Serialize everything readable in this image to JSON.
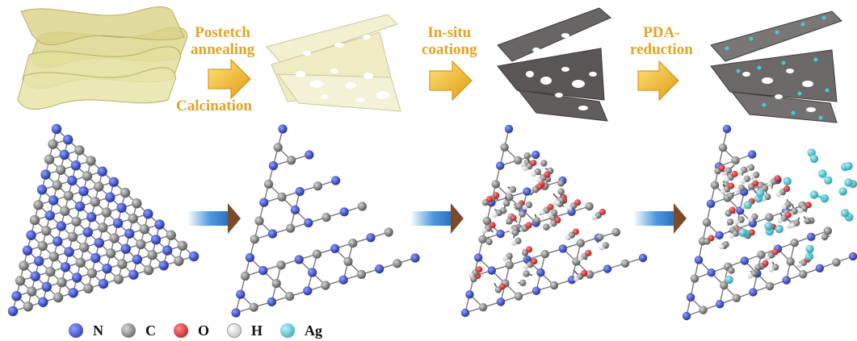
{
  "steps": [
    {
      "label_line1": "Postetch",
      "label_line2": "annealing"
    },
    {
      "label_line1": "In-situ",
      "label_line2": "coationg"
    },
    {
      "label_line1": "PDA-",
      "label_line2": "reduction"
    }
  ],
  "secondary_label": "Calcination",
  "legend": [
    {
      "label": "N",
      "color": "#2b39b8"
    },
    {
      "label": "C",
      "color": "#7c7c7c"
    },
    {
      "label": "O",
      "color": "#d81c1c"
    },
    {
      "label": "H",
      "color": "#f2f2f2"
    },
    {
      "label": "Ag",
      "color": "#45c9d6"
    }
  ],
  "colors": {
    "label_gold": "#e0a526",
    "sheet_yellow": "#e3df9c",
    "sheet_cream": "#f2f0cf",
    "sheet_gray": "#5a5656",
    "arrow_blue": "#3f8fd8",
    "arrow_brown": "#7a4a2a"
  }
}
